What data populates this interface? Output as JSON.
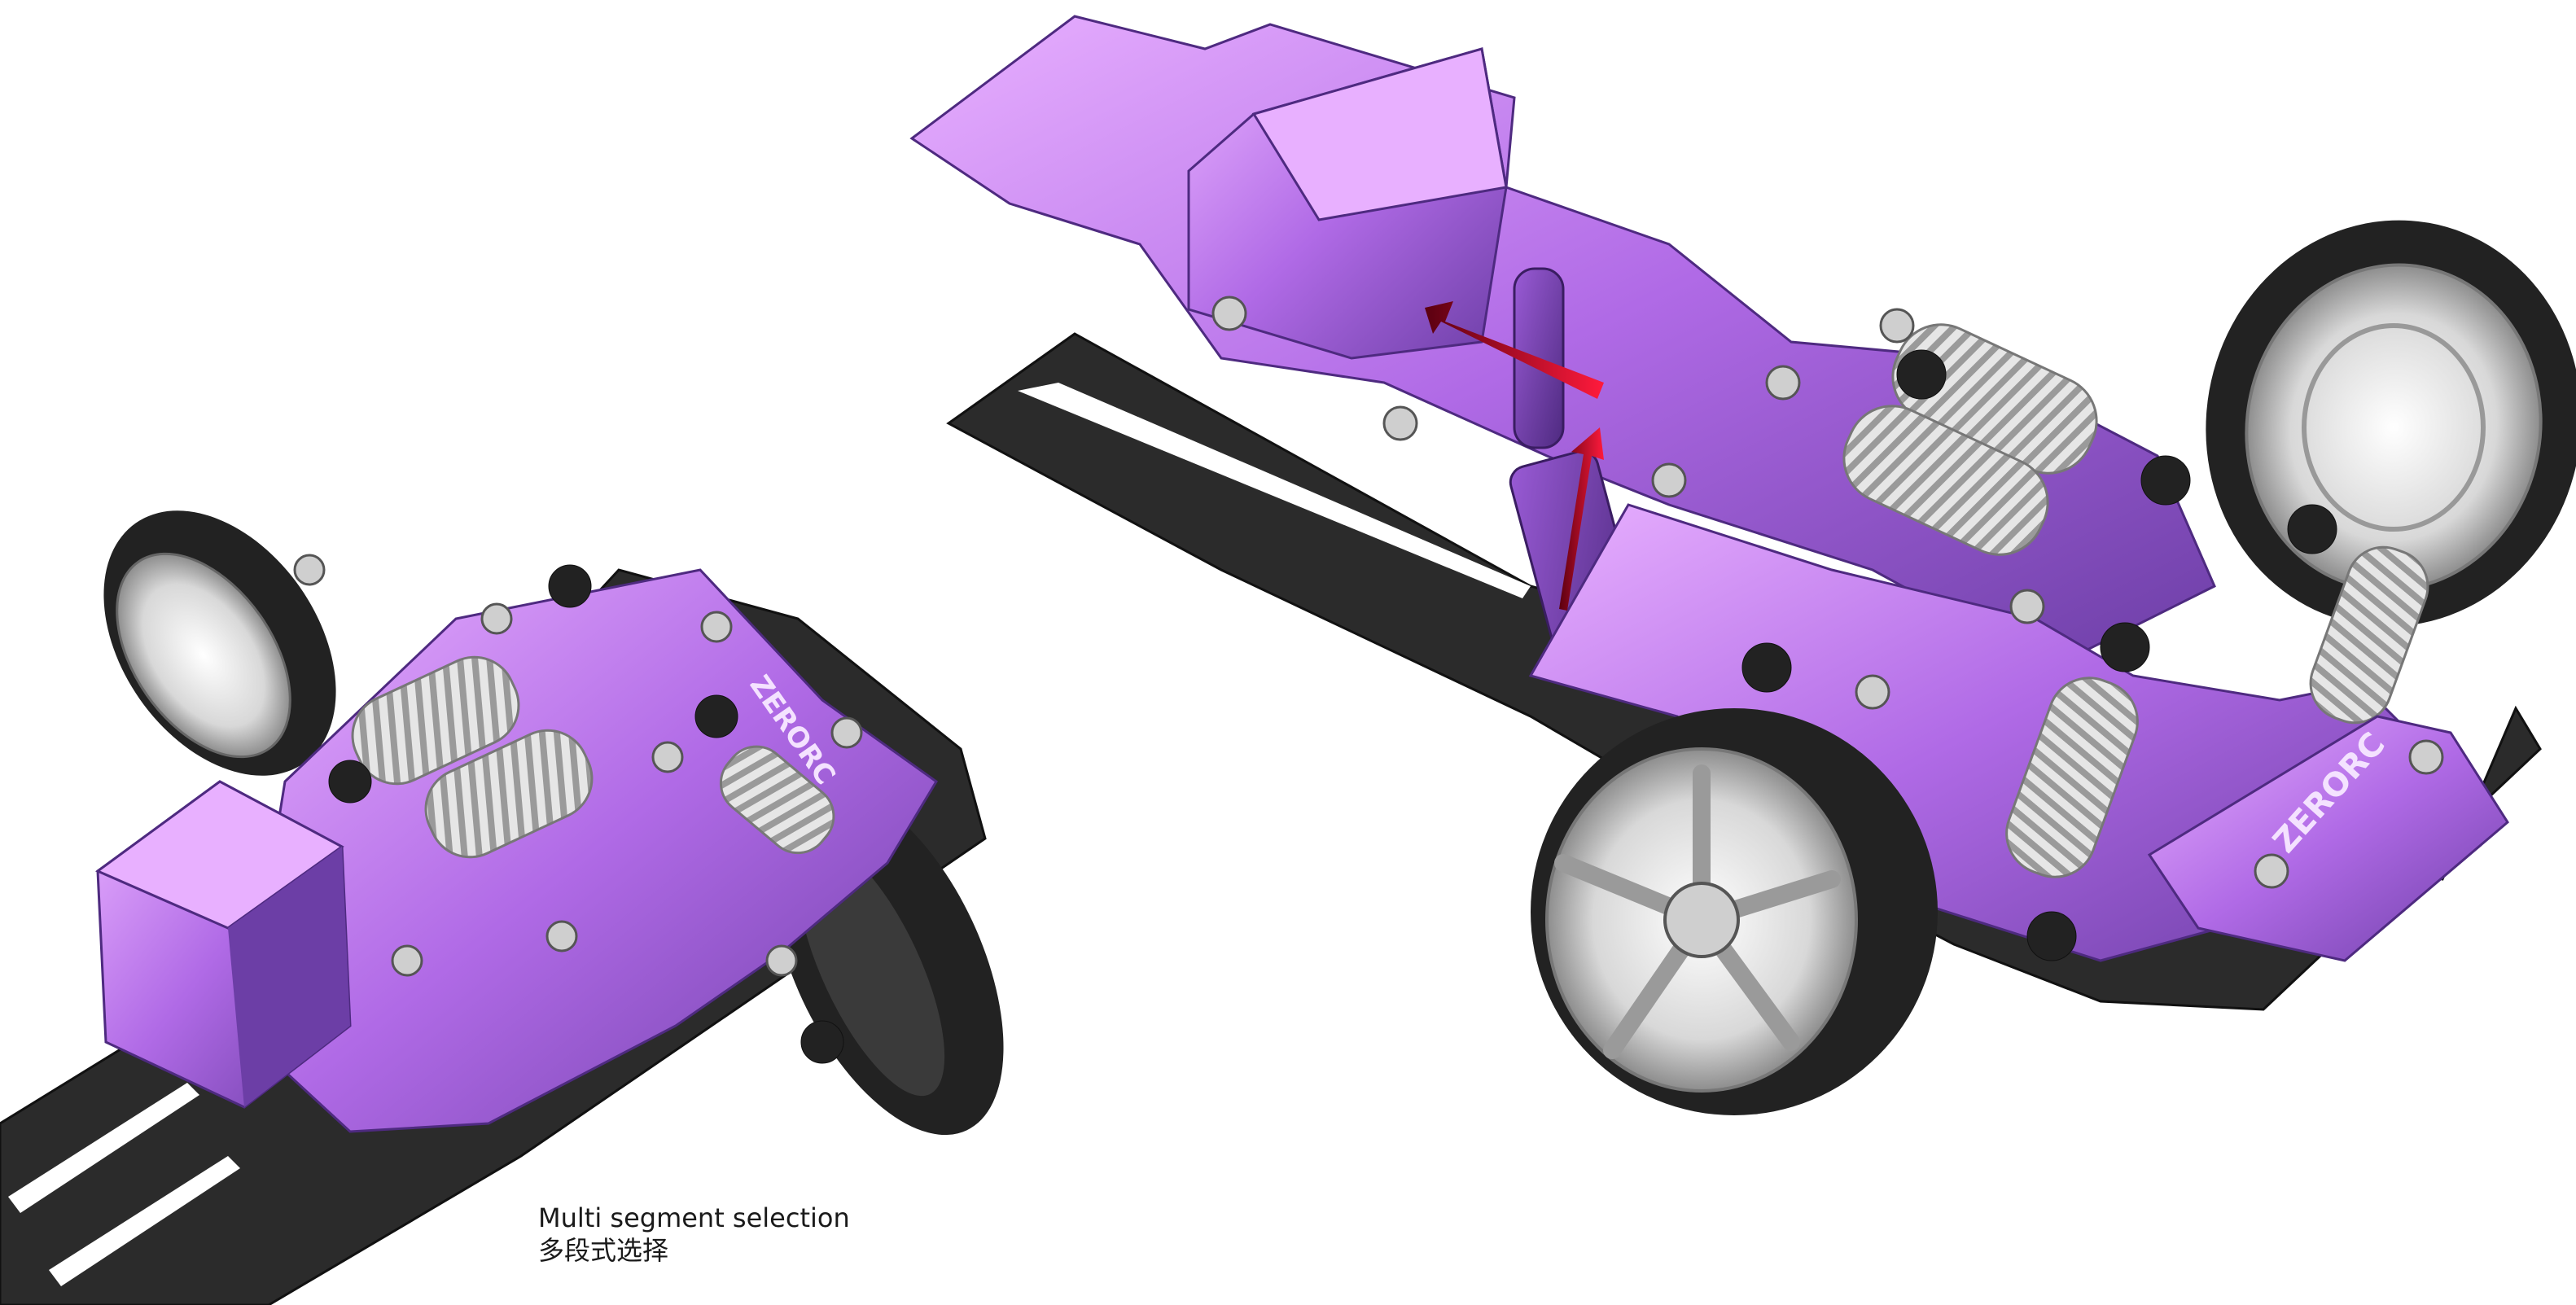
{
  "caption": {
    "line1": "Multi segment selection",
    "line2": "多段式选择"
  },
  "logos": {
    "front_logo": "ZERORC",
    "rear_logo": "ZERORC"
  },
  "colors": {
    "anodized_purple": "#b06ae6",
    "purple_light": "#e2a6fb",
    "purple_dark": "#6c3ea6",
    "carbon_chassis": "#2b2b2b",
    "tire": "#222222",
    "spring_silver": "#bdbdbd",
    "arrow_red": "#d10f2a"
  }
}
